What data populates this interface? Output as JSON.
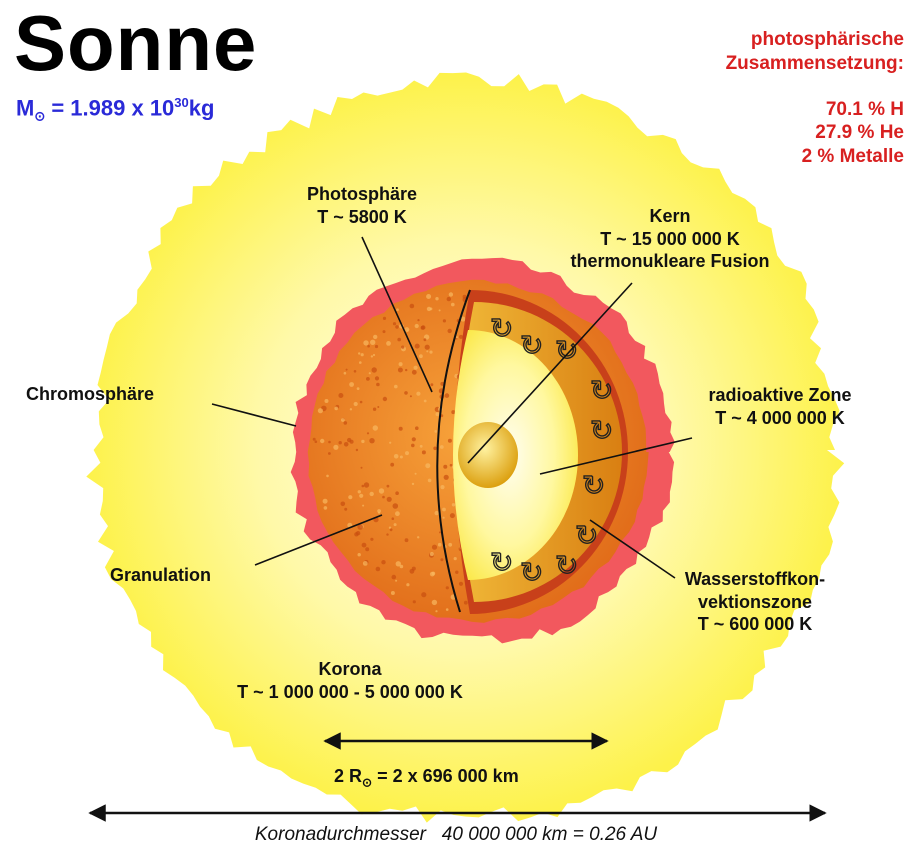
{
  "title": "Sonne",
  "mass": {
    "prefix": "M",
    "sub": "⊙",
    "mid": " = 1.989 x 10",
    "exp": "30",
    "unit": "kg"
  },
  "composition": {
    "heading": [
      "photosphärische",
      "Zusammensetzung:"
    ],
    "items": [
      "70.1 % H",
      "27.9 % He",
      "2 % Metalle"
    ]
  },
  "labels": {
    "photosphere": [
      "Photosphäre",
      "T ~ 5800 K"
    ],
    "core": [
      "Kern",
      "T ~ 15 000 000 K",
      "thermonukleare Fusion"
    ],
    "chromosphere": "Chromosphäre",
    "radiative": [
      "radioaktive Zone",
      "T ~ 4 000 000 K"
    ],
    "granulation": "Granulation",
    "convection": [
      "Wasserstoffkon-",
      "vektionszone",
      "T ~ 600 000 K"
    ],
    "corona": [
      "Korona",
      "T ~ 1 000 000 - 5 000 000 K"
    ]
  },
  "radius": {
    "prefix": "2 R",
    "sub": "⊙",
    "rest": " = 2 x 696 000 km"
  },
  "footer": "Koronadurchmesser   40 000 000 km = 0.26 AU",
  "colors": {
    "corona": "#fdf24a",
    "corona_glow": "#fffbc4",
    "chromosphere": "#f2585e",
    "photosphere": "#e8781e",
    "convection": "#e09410",
    "radiative": "#fdf15a",
    "core": "#e4a80e",
    "mass_text": "#2a2ad8",
    "composition_text": "#d82020"
  }
}
